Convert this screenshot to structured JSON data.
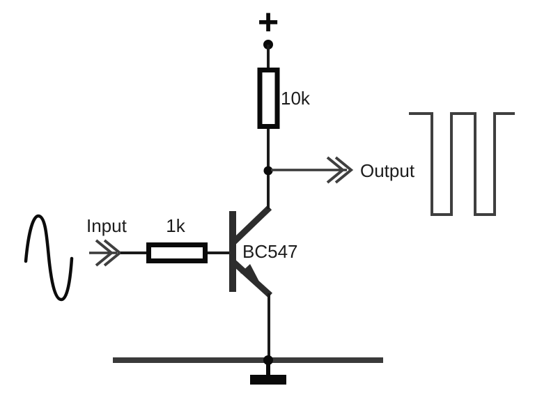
{
  "schematic": {
    "description": "NPN transistor switch circuit with sine input and square wave output",
    "supply": {
      "label": "+"
    },
    "collector_resistor": {
      "value": "10k"
    },
    "base_resistor": {
      "value": "1k"
    },
    "transistor": {
      "part_number": "BC547"
    },
    "input": {
      "label": "Input",
      "waveform": "sine"
    },
    "output": {
      "label": "Output",
      "waveform": "square"
    },
    "colors": {
      "background": "#ffffff",
      "wire": "#3a3a3a",
      "component_outline": "#0a0a0a",
      "text": "#1c1c1c"
    }
  }
}
